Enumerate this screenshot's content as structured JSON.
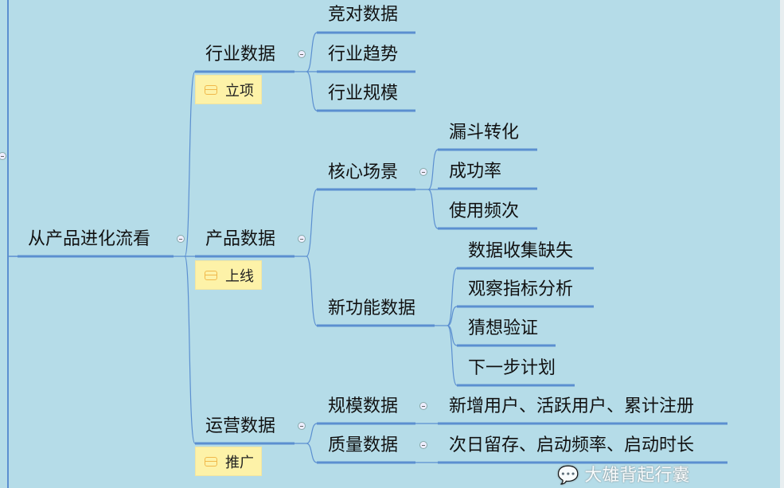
{
  "root": "从产品进化流看",
  "branches": [
    {
      "title": "行业数据",
      "label": "立项",
      "children": [
        "竞对数据",
        "行业趋势",
        "行业规模"
      ]
    },
    {
      "title": "产品数据",
      "label": "上线",
      "children": [
        {
          "title": "核心场景",
          "children": [
            "漏斗转化",
            "成功率",
            "使用频次"
          ]
        },
        {
          "title": "新功能数据",
          "children": [
            "数据收集缺失",
            "观察指标分析",
            "猜想验证",
            "下一步计划"
          ]
        }
      ]
    },
    {
      "title": "运营数据",
      "label": "推广",
      "children": [
        {
          "title": "规模数据",
          "children": [
            "新增用户、活跃用户、累计注册"
          ]
        },
        {
          "title": "质量数据",
          "children": [
            "次日留存、启动频率、启动时长"
          ]
        }
      ]
    }
  ],
  "watermark": "大雄背起行囊"
}
